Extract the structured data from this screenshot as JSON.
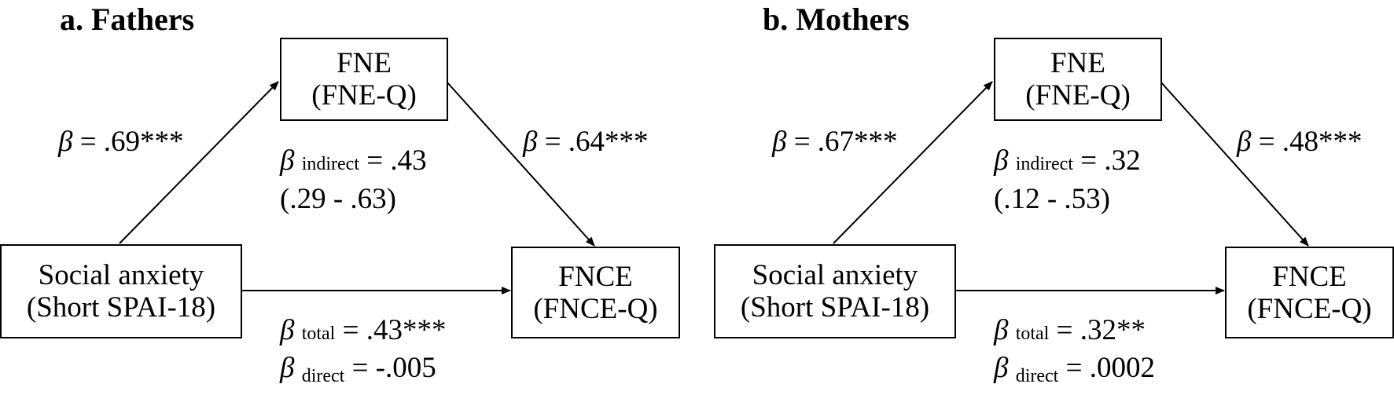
{
  "panels": [
    {
      "title": "a. Fathers",
      "nodes": {
        "mediator": {
          "line1": "FNE",
          "line2": "(FNE-Q)"
        },
        "predictor": {
          "line1": "Social anxiety",
          "line2": "(Short SPAI-18)"
        },
        "outcome": {
          "line1": "FNCE",
          "line2": "(FNCE-Q)"
        }
      },
      "paths": {
        "a": {
          "symbol": "β",
          "value": " = .69***"
        },
        "b": {
          "symbol": "β",
          "value": " = .64***"
        },
        "indirect": {
          "symbol": "β",
          "sub": "indirect",
          "value": " = .43",
          "ci": "(.29 - .63)"
        },
        "total": {
          "symbol": "β",
          "sub": "total",
          "value": " = .43***"
        },
        "direct": {
          "symbol": "β",
          "sub": "direct",
          "value": " = -.005"
        }
      }
    },
    {
      "title": "b. Mothers",
      "nodes": {
        "mediator": {
          "line1": "FNE",
          "line2": "(FNE-Q)"
        },
        "predictor": {
          "line1": "Social anxiety",
          "line2": "(Short SPAI-18)"
        },
        "outcome": {
          "line1": "FNCE",
          "line2": "(FNCE-Q)"
        }
      },
      "paths": {
        "a": {
          "symbol": "β",
          "value": " = .67***"
        },
        "b": {
          "symbol": "β",
          "value": " = .48***"
        },
        "indirect": {
          "symbol": "β",
          "sub": "indirect",
          "value": " = .32",
          "ci": "(.12 - .53)"
        },
        "total": {
          "symbol": "β",
          "sub": "total",
          "value": " = .32**"
        },
        "direct": {
          "symbol": "β",
          "sub": "direct",
          "value": " = .0002"
        }
      }
    }
  ]
}
